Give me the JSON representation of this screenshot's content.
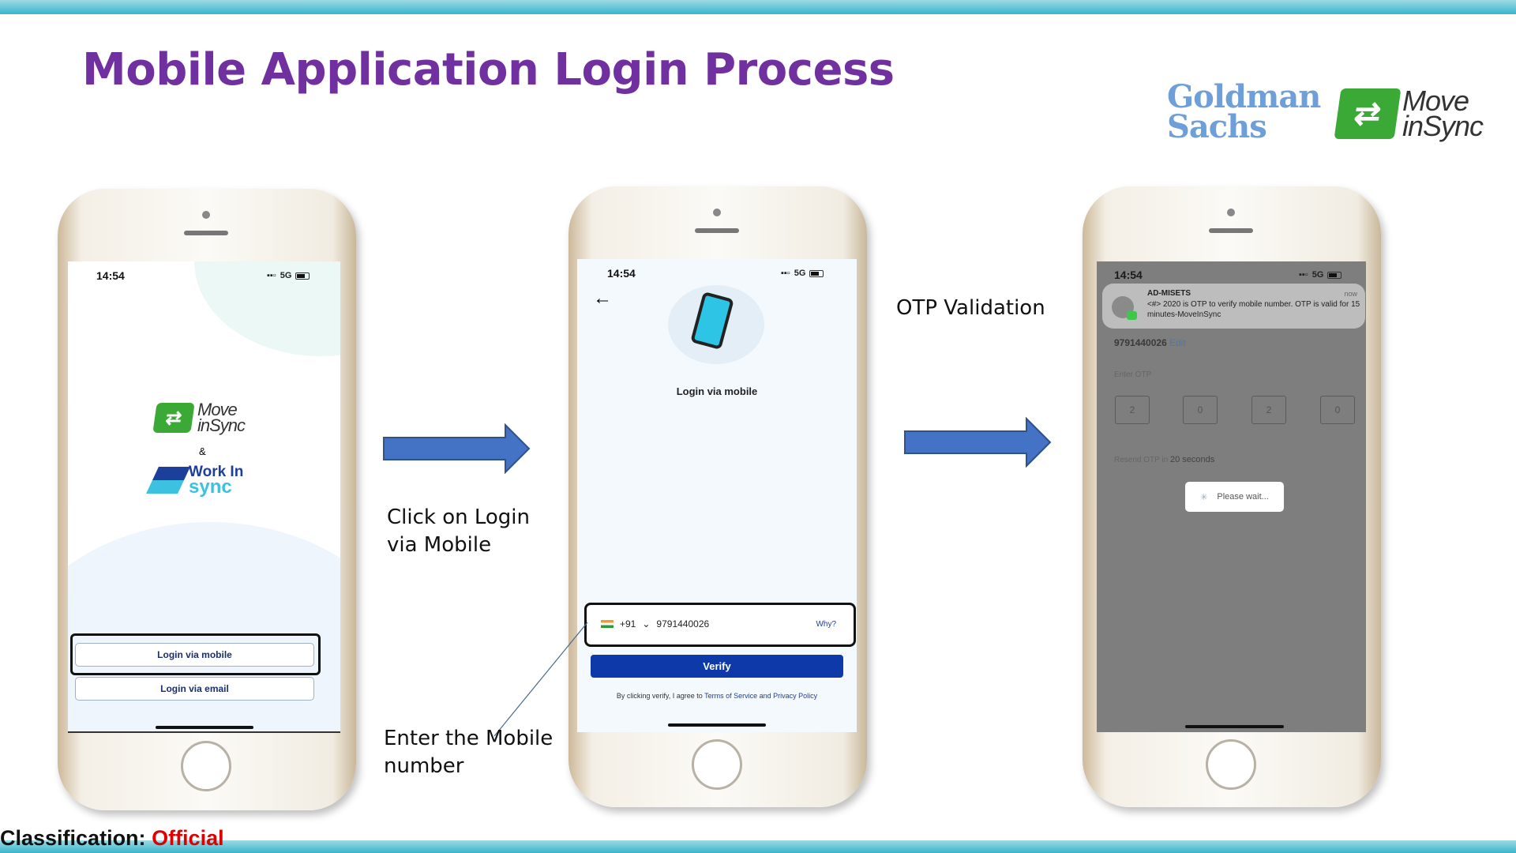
{
  "slide": {
    "title": "Mobile Application Login Process",
    "classification_label": "Classification:",
    "classification_value": "Official"
  },
  "logos": {
    "goldman_line1": "Goldman",
    "goldman_line2": "Sachs",
    "moveinsync_line1": "Move",
    "moveinsync_line2": "inSync"
  },
  "captions": {
    "step1": "Click on Login via Mobile",
    "step2": "Enter the Mobile number",
    "step3": "OTP Validation"
  },
  "phone1": {
    "time": "14:54",
    "network": "5G",
    "brand1_line1": "Move",
    "brand1_line2": "inSync",
    "ampersand": "&",
    "brand2_line1": "Work In",
    "brand2_line2": "sync",
    "login_mobile": "Login via mobile",
    "login_email": "Login via email"
  },
  "phone2": {
    "time": "14:54",
    "network": "5G",
    "back": "←",
    "heading": "Login via mobile",
    "country_code": "+91",
    "phone_number": "9791440026",
    "why": "Why?",
    "verify": "Verify",
    "terms_prefix": "By clicking verify, I agree to ",
    "terms_link": "Terms of Service and Privacy Policy"
  },
  "phone3": {
    "time": "14:54",
    "network": "5G",
    "notif_sender": "AD-MISETS",
    "notif_time": "now",
    "notif_body": "<#> 2020 is OTP to verify mobile number. OTP is valid for 15 minutes-MoveInSync",
    "number": "9791440026",
    "edit": "Edit",
    "enter_otp": "Enter OTP",
    "otp_digits": [
      "2",
      "0",
      "2",
      "0"
    ],
    "resend_prefix": "Resend OTP in",
    "resend_time": "20 seconds",
    "please_wait": "Please wait..."
  },
  "colors": {
    "title": "#7030a0",
    "arrow": "#4472c4",
    "verify": "#0d3aa8",
    "official": "#e00000"
  }
}
